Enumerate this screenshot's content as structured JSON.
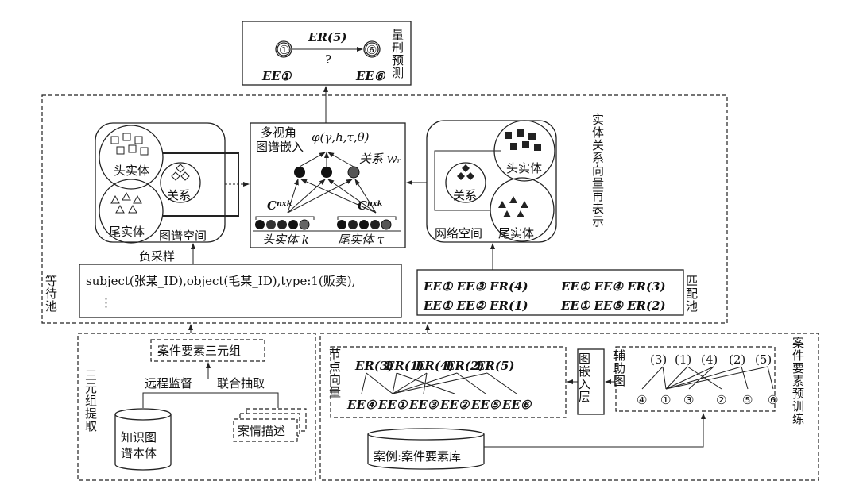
{
  "prediction": {
    "label": "量刑预测",
    "node_a": "①",
    "node_b": "⑥",
    "relation": "ER(5)",
    "unknown": "?",
    "entity_a": "EE①",
    "entity_b": "EE⑥"
  },
  "re_representation_label": "实体关系向量再表示",
  "graph_space": {
    "head": "头实体",
    "relation": "关系",
    "tail": "尾实体",
    "name": "图谱空间"
  },
  "network_space": {
    "head": "头实体",
    "relation": "关系",
    "tail": "尾实体",
    "name": "网络空间"
  },
  "embedding": {
    "title_line1": "多视角",
    "title_line2": "图谱嵌入",
    "function": "φ(γ,h,τ,θ)",
    "relation_label": "关系 wᵣ",
    "matrix_left": "Cⁿˣᵏ",
    "matrix_right": "Cⁿˣᵏ",
    "head_label": "头实体 k",
    "tail_label": "尾实体 τ"
  },
  "negative_sampling": "负采样",
  "waiting_pool": {
    "label": "等待池",
    "line1": "subject(张某_ID),object(毛某_ID),type:1(贩卖),",
    "line2": "⋮"
  },
  "matching_pool": {
    "label": "匹配池",
    "rows": [
      [
        "EE① EE③ ER(4)",
        "EE① EE④ ER(3)"
      ],
      [
        "EE① EE② ER(1)",
        "EE① EE⑤ ER(2)"
      ]
    ]
  },
  "triple_extraction": {
    "label": "三元组提取",
    "triple": "案件要素三元组",
    "distant_supervision": "远程监督",
    "joint_extraction": "联合抽取",
    "ontology": [
      "知识图",
      "谱本体"
    ],
    "case_description": "案情描述"
  },
  "pretraining": {
    "label": "案件要素预训练",
    "node_vector_label": "节点向量",
    "embedding_layer": "图嵌入层",
    "aux_graph_label": "辅助图",
    "database": "案例:案件要素库",
    "node_vector": {
      "relations": [
        "ER(3)",
        "ER(1)",
        "ER(4)",
        "ER(2)",
        "ER(5)"
      ],
      "entities": [
        "EE④",
        "EE①",
        "EE③",
        "EE②",
        "EE⑤",
        "EE⑥"
      ],
      "edges": [
        [
          0,
          0
        ],
        [
          0,
          1
        ],
        [
          1,
          1
        ],
        [
          1,
          3
        ],
        [
          2,
          1
        ],
        [
          2,
          2
        ],
        [
          3,
          1
        ],
        [
          3,
          4
        ],
        [
          4,
          1
        ],
        [
          4,
          5
        ]
      ]
    },
    "aux_graph": {
      "relations": [
        "(3)",
        "(1)",
        "(4)",
        "(2)",
        "(5)"
      ],
      "entities": [
        "④",
        "①",
        "③",
        "②",
        "⑤",
        "⑥"
      ],
      "edges": [
        [
          0,
          0
        ],
        [
          0,
          1
        ],
        [
          1,
          1
        ],
        [
          1,
          3
        ],
        [
          2,
          1
        ],
        [
          2,
          2
        ],
        [
          3,
          1
        ],
        [
          3,
          4
        ],
        [
          4,
          1
        ],
        [
          4,
          5
        ]
      ]
    }
  }
}
